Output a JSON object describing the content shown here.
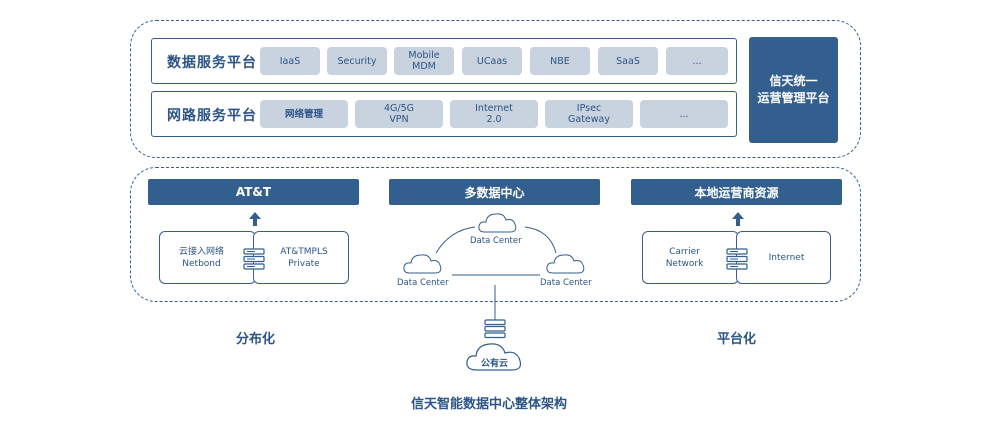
{
  "platform": {
    "data_service": {
      "title": "数据服务平台",
      "items": [
        "IaaS",
        "Security",
        "Mobile\nMDM",
        "UCaas",
        "NBE",
        "SaaS",
        "..."
      ]
    },
    "network_service": {
      "title": "网路服务平台",
      "items": [
        "网络管理",
        "4G/5G\nVPN",
        "Internet\n2.0",
        "IPsec\nGateway",
        "..."
      ]
    },
    "side_label": "信天统一\n运营管理平台"
  },
  "infrastructure": {
    "att": {
      "header": "AT&T",
      "left_card": "云接入网络\nNetbond",
      "right_card": "AT&TMPLS\nPrivate"
    },
    "multi_dc": {
      "header": "多数据中心",
      "dc_top": "Data Center",
      "dc_left": "Data Center",
      "dc_right": "Data Center"
    },
    "local": {
      "header": "本地运营商资源",
      "left_card": "Carrier\nNetwork",
      "right_card": "Internet"
    }
  },
  "captions": {
    "left": "分布化",
    "right": "平台化",
    "public_cloud": "公有云",
    "footer": "信天智能数据中心整体架构"
  },
  "colors": {
    "primary": "#335f8f",
    "chip_bg": "#c9d3df",
    "text": "#2c5486"
  }
}
